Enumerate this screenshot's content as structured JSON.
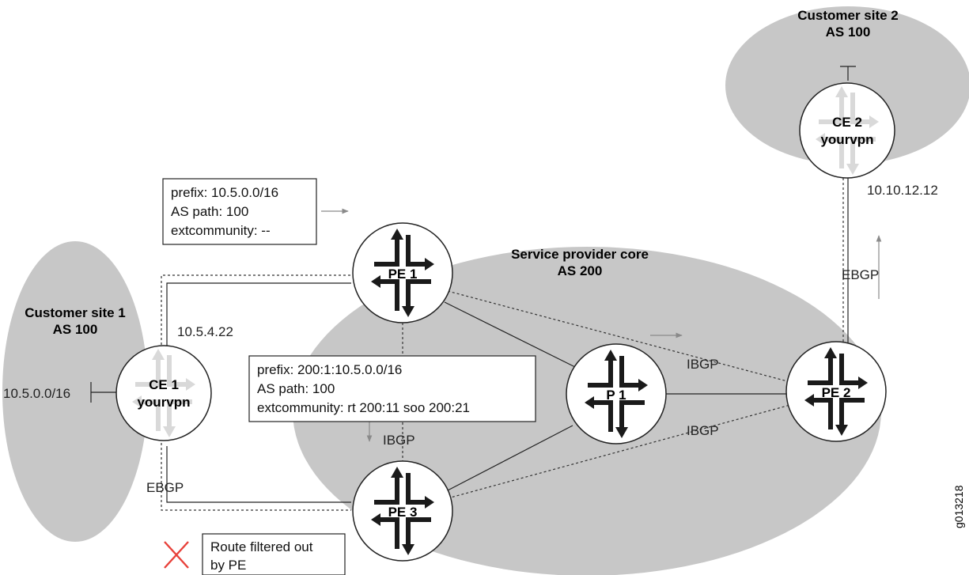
{
  "sites": {
    "customer_site_1": {
      "line1": "Customer site 1",
      "line2": "AS 100"
    },
    "customer_site_2": {
      "line1": "Customer site 2",
      "line2": "AS 100"
    },
    "provider_core": {
      "line1": "Service provider core",
      "line2": "AS 200"
    }
  },
  "routers": {
    "pe1": "PE 1",
    "pe2": "PE 2",
    "pe3": "PE 3",
    "p1": "P 1",
    "ce1": {
      "line1": "CE 1",
      "line2": "yourvpn"
    },
    "ce2": {
      "line1": "CE 2",
      "line2": "yourvpn"
    }
  },
  "addresses": {
    "ce1_prefix": "10.5.0.0/16",
    "ce1_address": "10.5.4.22",
    "ce2_address": "10.10.12.12"
  },
  "sessions": {
    "ebgp_site1": "EBGP",
    "ebgp_site2": "EBGP",
    "ibgp_pe1_pe3": "IBGP",
    "ibgp_pe1_pe2": "IBGP",
    "ibgp_pe3_pe2": "IBGP"
  },
  "route_box_1": {
    "line1": "prefix: 10.5.0.0/16",
    "line2": "AS path: 100",
    "line3": "extcommunity: --"
  },
  "route_box_2": {
    "line1": "prefix: 200:1:10.5.0.0/16",
    "line2": "AS path: 100",
    "line3": "extcommunity: rt 200:11 soo 200:21"
  },
  "legend": {
    "line1": "Route filtered out",
    "line2": "by PE"
  },
  "figure_id": "g013218",
  "colors": {
    "cloud": "#c7c7c7",
    "router_fill": "#ffffff",
    "arrow_dark": "#1a1a1a",
    "arrow_light": "#d9d9d9",
    "cross": "#e8413a"
  }
}
